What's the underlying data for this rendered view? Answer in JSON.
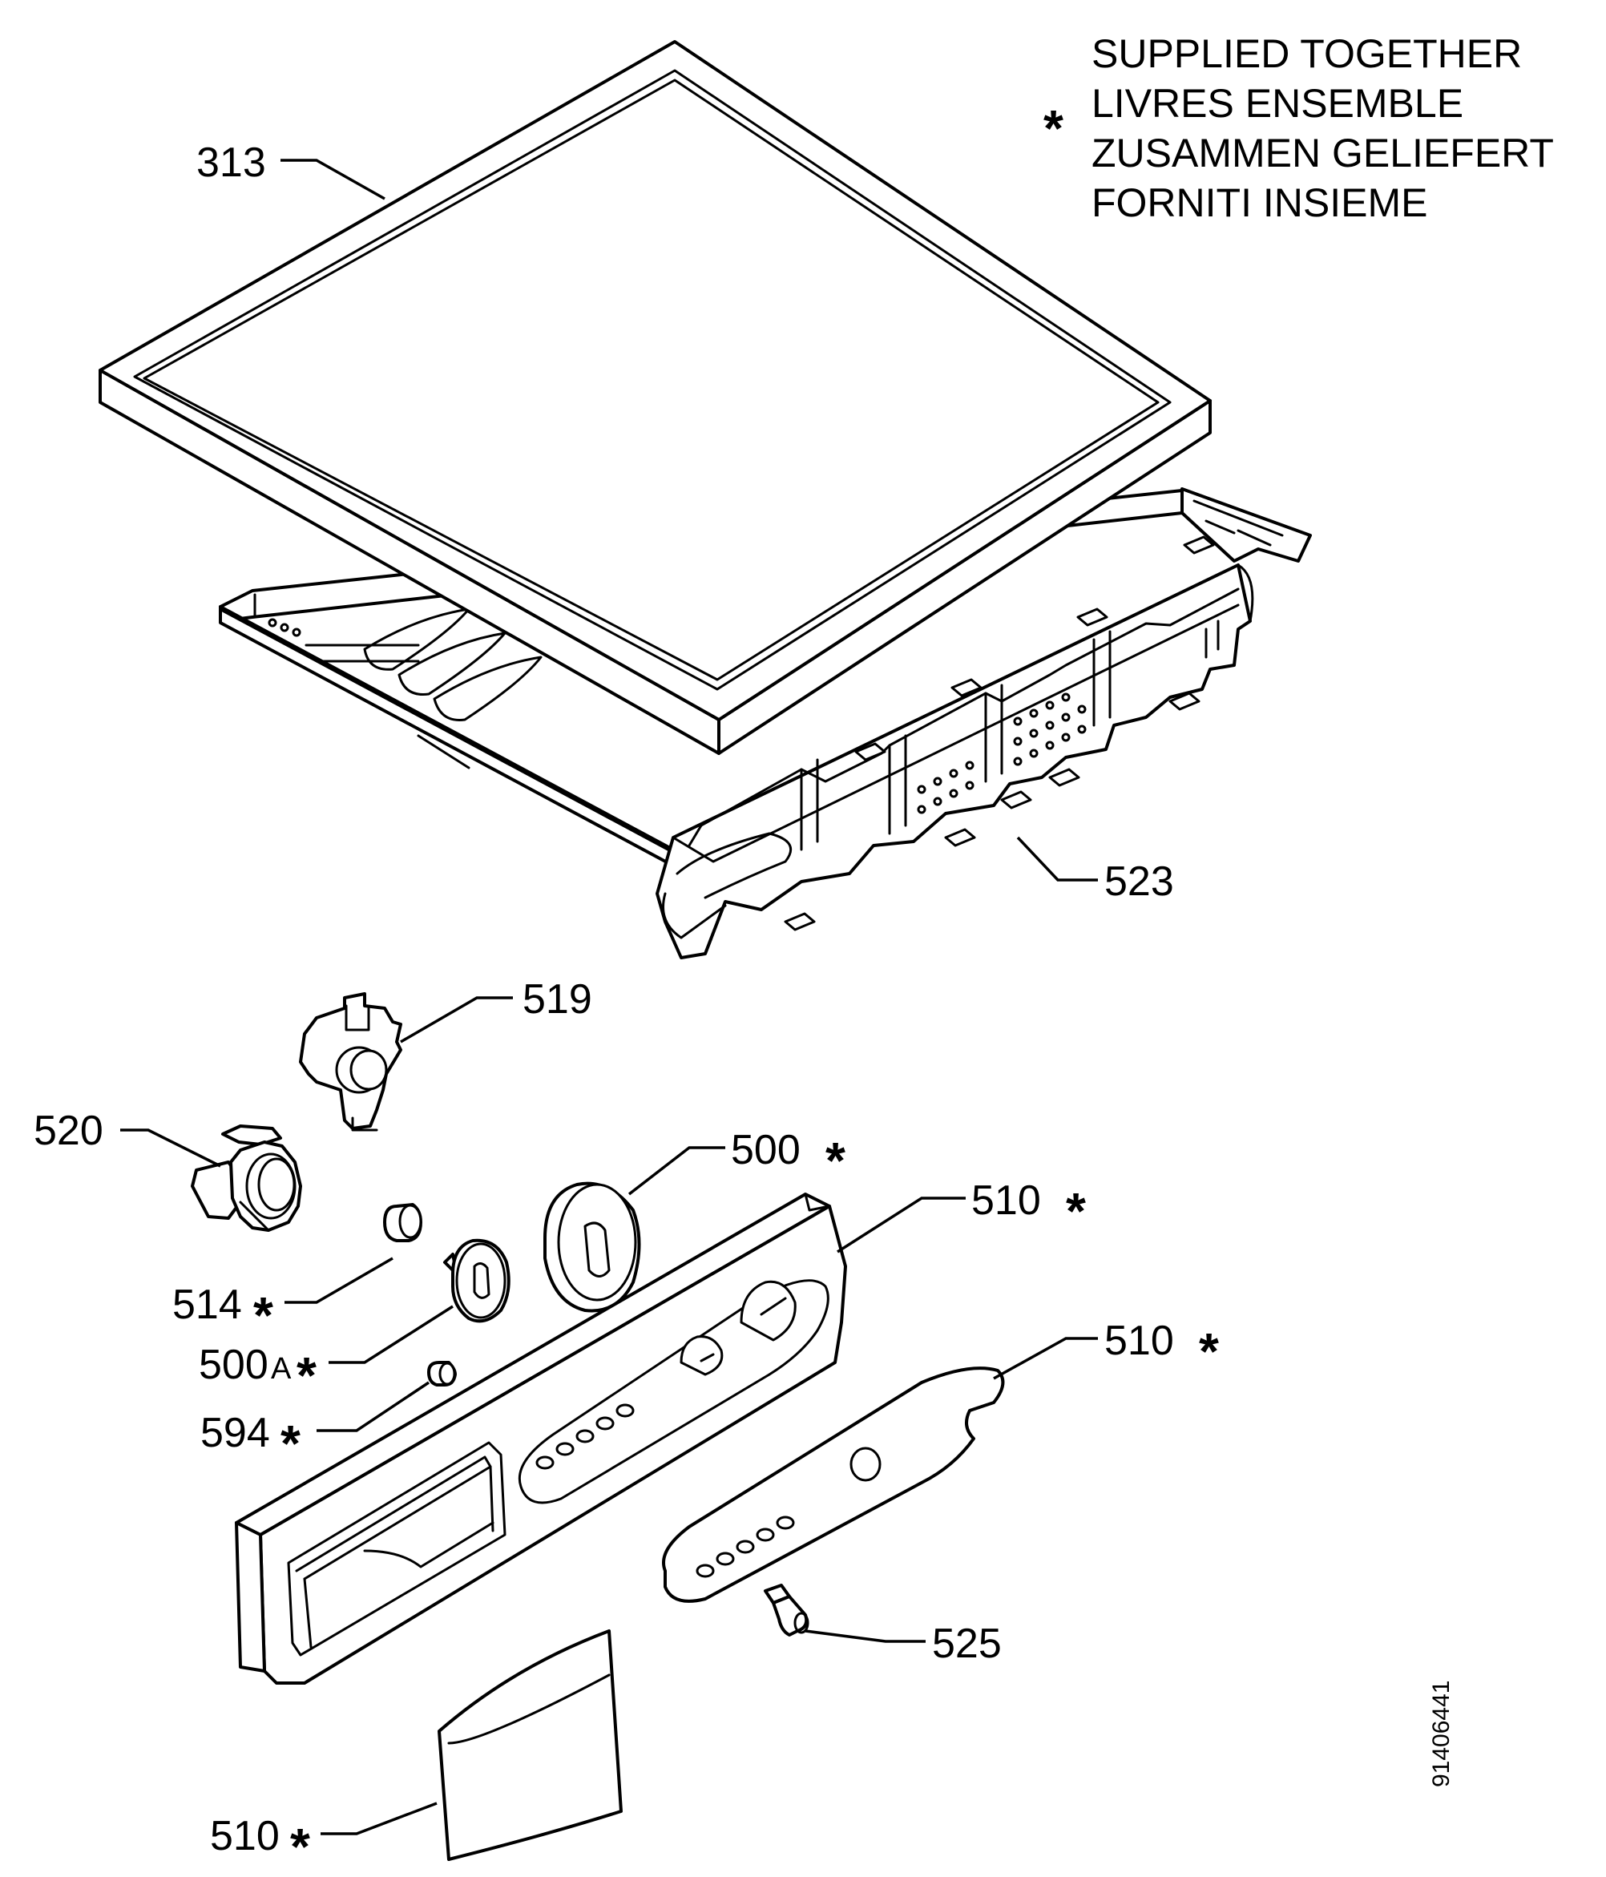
{
  "legend": {
    "marker": "*",
    "lines": [
      "SUPPLIED TOGETHER",
      "LIVRES ENSEMBLE",
      "ZUSAMMEN GELIEFERT",
      "FORNITI INSIEME"
    ]
  },
  "labels": {
    "p313": "313",
    "p523": "523",
    "p519": "519",
    "p520": "520",
    "p500": "500",
    "p500_star": "*",
    "p510a": "510",
    "p510a_star": "*",
    "p510b": "510",
    "p510b_star": "*",
    "p514": "514",
    "p514_star": "*",
    "p500a_num": "500",
    "p500a_suffix": "A",
    "p500a_star": "*",
    "p594": "594",
    "p594_star": "*",
    "p525": "525",
    "p510c": "510",
    "p510c_star": "*"
  },
  "document_number": "91406441"
}
